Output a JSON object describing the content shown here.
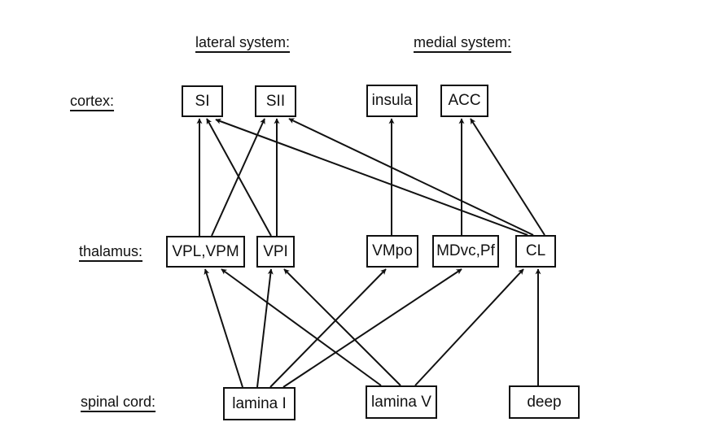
{
  "headers": {
    "lateral": "lateral system:",
    "medial": "medial system:"
  },
  "levels": {
    "cortex": "cortex:",
    "thalamus": "thalamus:",
    "spinal": "spinal cord:"
  },
  "nodes": {
    "SI": "SI",
    "SII": "SII",
    "insula": "insula",
    "ACC": "ACC",
    "VPL_VPM": "VPL,VPM",
    "VPI": "VPI",
    "VMpo": "VMpo",
    "MDvc_Pf": "MDvc,Pf",
    "CL": "CL",
    "laminaI": "lamina I",
    "laminaV": "lamina V",
    "deep": "deep"
  },
  "edges": [
    {
      "from": "VPL_VPM",
      "to": "SI"
    },
    {
      "from": "VPL_VPM",
      "to": "SII"
    },
    {
      "from": "VPI",
      "to": "SI"
    },
    {
      "from": "VPI",
      "to": "SII"
    },
    {
      "from": "CL",
      "to": "SI"
    },
    {
      "from": "CL",
      "to": "SII"
    },
    {
      "from": "VMpo",
      "to": "insula"
    },
    {
      "from": "MDvc_Pf",
      "to": "ACC"
    },
    {
      "from": "CL",
      "to": "ACC"
    },
    {
      "from": "laminaI",
      "to": "VPL_VPM"
    },
    {
      "from": "laminaI",
      "to": "VPI"
    },
    {
      "from": "laminaI",
      "to": "VMpo"
    },
    {
      "from": "laminaI",
      "to": "MDvc_Pf"
    },
    {
      "from": "laminaV",
      "to": "VPL_VPM"
    },
    {
      "from": "laminaV",
      "to": "VPI"
    },
    {
      "from": "laminaV",
      "to": "CL"
    },
    {
      "from": "deep",
      "to": "CL"
    }
  ],
  "colors": {
    "ink": "#111111",
    "background": "#ffffff"
  }
}
